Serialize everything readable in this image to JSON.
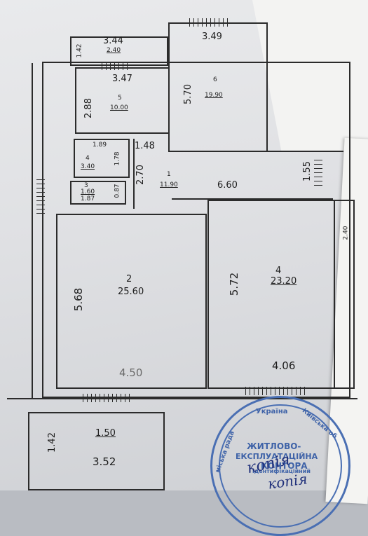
{
  "top": {
    "width_top": "3.44",
    "width_sub": "2.40",
    "side": "1.42"
  },
  "room5": {
    "number": "5",
    "area": "10.00",
    "width": "3.47",
    "height": "2.88"
  },
  "room6": {
    "number": "6",
    "area": "19.90",
    "width": "3.49",
    "height": "5.70"
  },
  "room4s": {
    "number": "4",
    "area": "3.40",
    "width": "1.89",
    "height": "1.78"
  },
  "room3": {
    "number": "3",
    "area": "1.87",
    "width": "1.60",
    "height": "0.87"
  },
  "hall": {
    "number": "1",
    "area": "11.90",
    "width": "1.48",
    "height": "2.70",
    "length": "6.60",
    "side": "1.55"
  },
  "room2": {
    "number": "2",
    "area": "25.60",
    "height": "5.68",
    "width": "4.50"
  },
  "room4": {
    "number": "4",
    "area": "23.20",
    "height": "5.72",
    "width": "4.06",
    "partial": "2.40"
  },
  "balcony": {
    "side": "1.42",
    "inner": "1.50",
    "width": "3.52"
  },
  "stamp": {
    "line1": "ЖИТЛОВО-",
    "line2": "ЕКСПЛУАТАЦІЙНА",
    "line3": "КОНТОРА",
    "ring1": "Україна",
    "ring2": "Київська об",
    "ring3": "міська рада",
    "ring4": "ідентифікаційний"
  },
  "handwriting": {
    "word1": "копія",
    "word2": "копія"
  }
}
